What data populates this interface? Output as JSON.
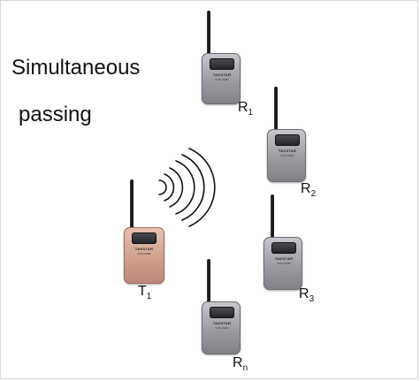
{
  "heading": {
    "line1": "Simultaneous",
    "line2": "passing"
  },
  "devices": {
    "transmitter": {
      "letter": "T",
      "sub": "1",
      "color": "#d9ad9d"
    },
    "receiver_1": {
      "letter": "R",
      "sub": "1",
      "color": "#a6a8ad"
    },
    "receiver_2": {
      "letter": "R",
      "sub": "2",
      "color": "#a6a8ad"
    },
    "receiver_3": {
      "letter": "R",
      "sub": "3",
      "color": "#a6a8ad"
    },
    "receiver_n": {
      "letter": "R",
      "sub": "n",
      "color": "#a6a8ad"
    }
  },
  "device_branding": {
    "brand": "TAKSTAR",
    "model": "WTG-500R"
  },
  "icons": {
    "signal": "radio-wave-arcs-icon"
  }
}
